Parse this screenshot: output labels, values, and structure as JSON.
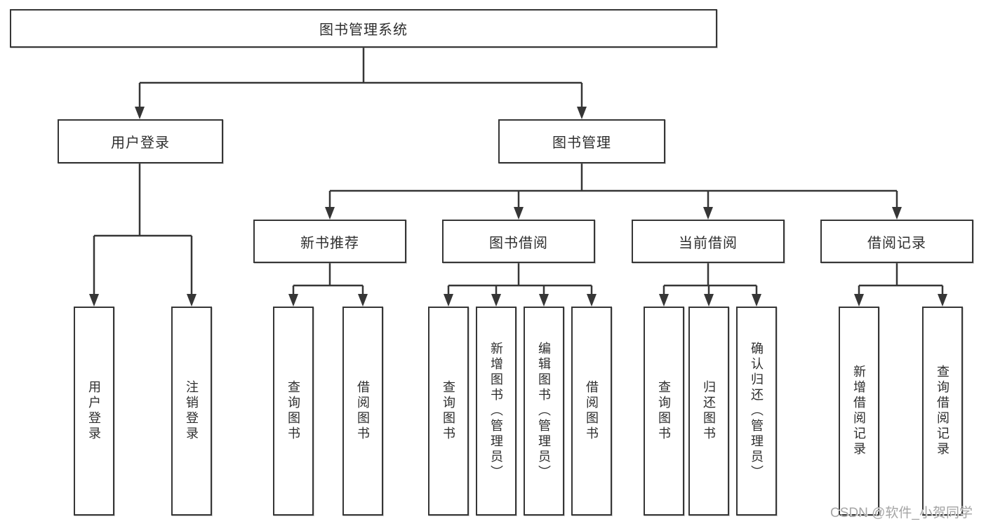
{
  "diagram": {
    "root_label": "图书管理系统",
    "user_login": {
      "label": "用户登录",
      "kids": [
        "用户登录",
        "注销登录"
      ]
    },
    "book_mgmt": {
      "label": "图书管理"
    },
    "groups": {
      "g1": {
        "label": "新书推荐",
        "kids": [
          "查询图书",
          "借阅图书"
        ]
      },
      "g2": {
        "label": "图书借阅",
        "kids": [
          "查询图书",
          "新增图书（管理员）",
          "编辑图书（管理员）",
          "借阅图书"
        ]
      },
      "g3": {
        "label": "当前借阅",
        "kids": [
          "查询图书",
          "归还图书",
          "确认归还（管理员）"
        ]
      },
      "g4": {
        "label": "借阅记录",
        "kids": [
          "新增借阅记录",
          "查询借阅记录"
        ]
      }
    }
  },
  "watermark": {
    "text": "CSDN @软件_小贺同学"
  },
  "colors": {
    "line": "#363636",
    "box_border": "#363636",
    "text": "#2e2e2e",
    "watermark": "#a5a5a5",
    "background": "#ffffff"
  }
}
